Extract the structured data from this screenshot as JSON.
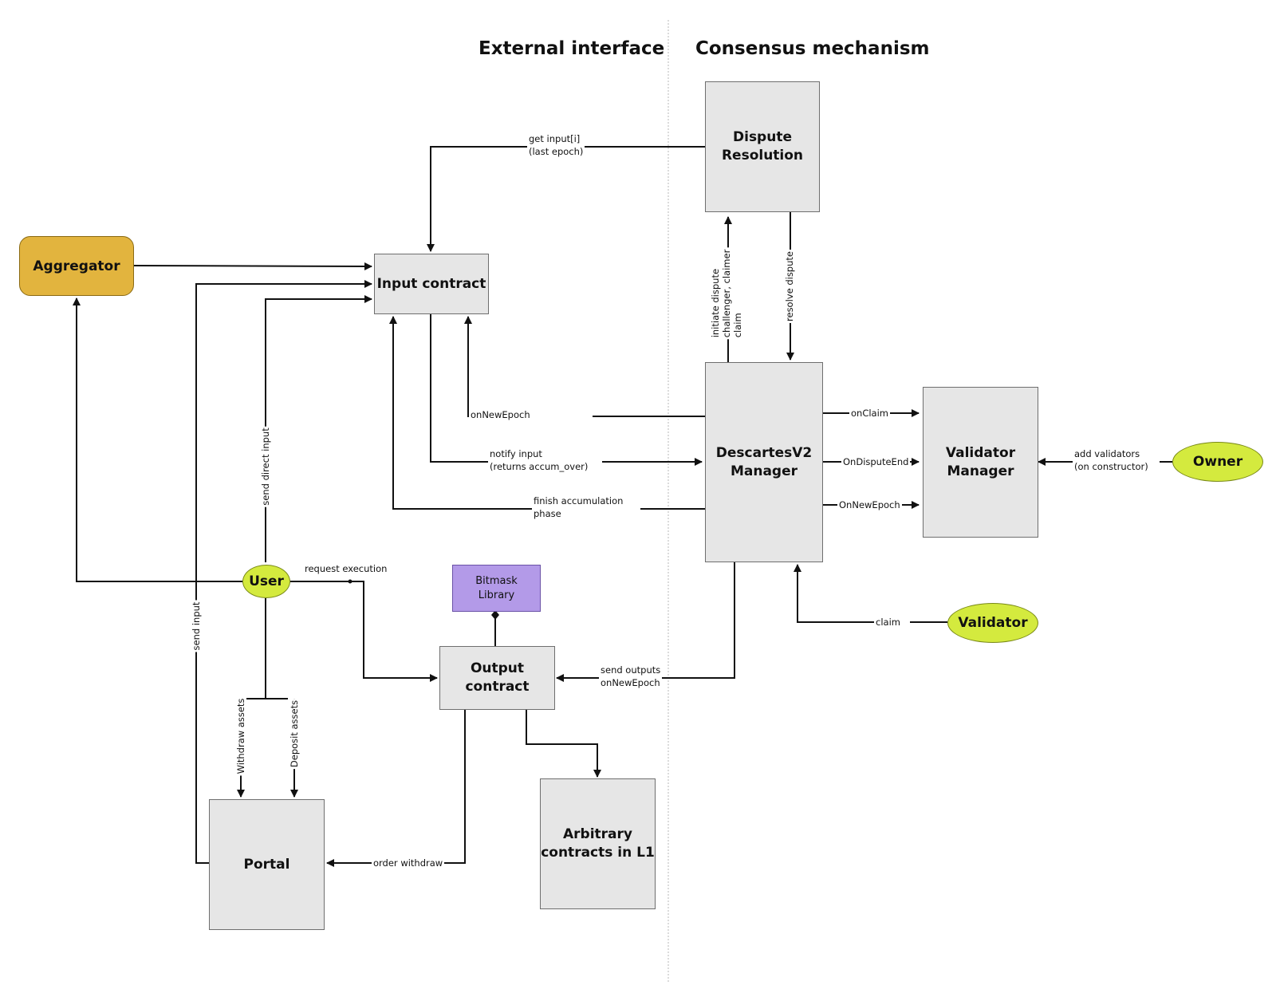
{
  "sections": {
    "external": "External interface",
    "consensus": "Consensus mechanism"
  },
  "nodes": {
    "dispute": "Dispute\nResolution",
    "aggregator": "Aggregator",
    "input": "Input contract",
    "descartes": "DescartesV2\nManager",
    "validator_manager": "Validator\nManager",
    "owner": "Owner",
    "user": "User",
    "bitmask": "Bitmask\nLibrary",
    "output": "Output\ncontract",
    "validator": "Validator",
    "portal": "Portal",
    "arbitrary": "Arbitrary\ncontracts in L1"
  },
  "edges": {
    "get_input": "get input[i]\n(last epoch)",
    "on_new_epoch": "onNewEpoch",
    "notify_input": "notify input\n(returns accum_over)",
    "finish_accumulation": "finish accumulation\nphase",
    "initiate_dispute": "initiate dispute\nchallenger, claimer\nclaim",
    "resolve_dispute": "resolve dispute",
    "on_claim": "onClaim",
    "on_dispute_end": "OnDisputeEnd",
    "on_new_epoch_vm": "OnNewEpoch",
    "add_validators": "add validators\n(on constructor)",
    "send_direct_input": "send direct input",
    "request_execution": "request execution",
    "send_input": "send input",
    "withdraw_assets": "Withdraw assets",
    "deposit_assets": "Deposit assets",
    "send_outputs": "send outputs\nonNewEpoch",
    "claim": "claim",
    "order_withdraw": "order withdraw"
  },
  "colors": {
    "box_fill": "#e6e6e6",
    "aggregator": "#e2b43e",
    "actor": "#d4ea3e",
    "bitmask": "#b39ae8",
    "line": "#111111",
    "divider": "#c8c8c8"
  }
}
